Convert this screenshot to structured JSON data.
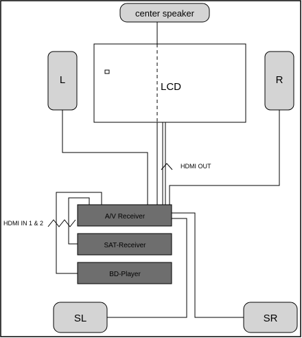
{
  "diagram": {
    "center_speaker": "center speaker",
    "lcd": "LCD",
    "speaker_left": "L",
    "speaker_right": "R",
    "surround_left": "SL",
    "surround_right": "SR",
    "av_receiver": "A/V Receiver",
    "sat_receiver": "SAT-Receiver",
    "bd_player": "BD-Player",
    "hdmi_out_label": "HDMI OUT",
    "hdmi_in_label": "HDMI IN 1 & 2"
  },
  "colors": {
    "device_fill": "#6e6e6e",
    "speaker_fill": "#d4d4d4",
    "line": "#000000"
  }
}
